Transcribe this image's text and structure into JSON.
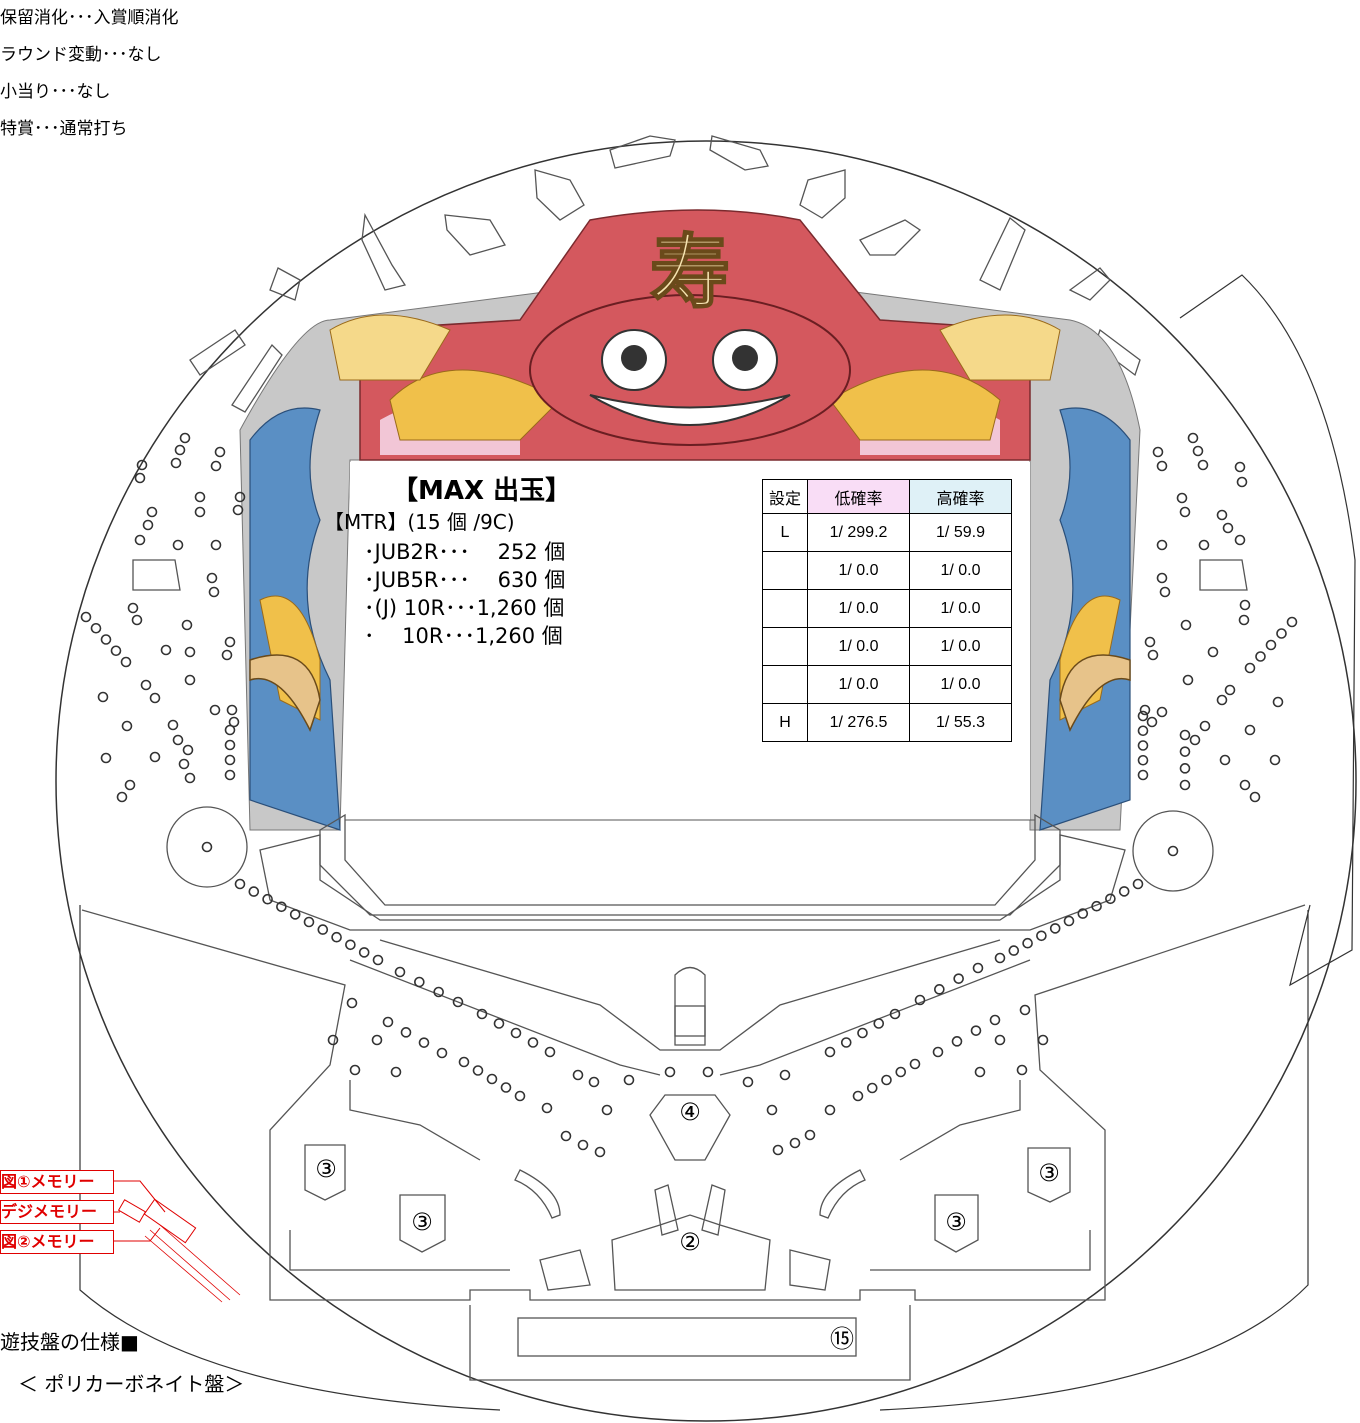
{
  "spec_lines": [
    "保留消化･･･入賞順消化",
    "ラウンド変動･･･なし",
    "小当り･･･なし",
    "特賞･･･通常打ち"
  ],
  "center_ornament_glyph": "寿",
  "max_title": "【MAX 出玉】",
  "mtr_line": "【MTR】(15 個 /9C)",
  "payouts": [
    "･JUB2R･･･　 252 個",
    "･JUB5R･･･　 630 個",
    "･(J) 10R･･･1,260 個",
    "･　 10R･･･1,260 個"
  ],
  "rate_table": {
    "headers": [
      "設定",
      "低確率",
      "高確率"
    ],
    "rows": [
      [
        "L",
        "1/ 299.2",
        "1/  59.9"
      ],
      [
        "",
        "1/ 0.0",
        "1/  0.0"
      ],
      [
        "",
        "1/ 0.0",
        "1/  0.0"
      ],
      [
        "",
        "1/ 0.0",
        "1/  0.0"
      ],
      [
        "",
        "1/ 0.0",
        "1/  0.0"
      ],
      [
        "H",
        "1/ 276.5",
        "1/  55.3"
      ]
    ],
    "colors": {
      "low_header_bg": "#f9ddf6",
      "high_header_bg": "#dff1f7"
    }
  },
  "pocket_labels": {
    "start_lower": "②",
    "side": "③",
    "center": "④",
    "attacker": "⑮"
  },
  "memory_labels": [
    "図①メモリー",
    "デジメモリー",
    "図②メモリー"
  ],
  "board_spec_title": "遊技盤の仕様■",
  "board_material": "＜ ポリカーボネイト盤＞",
  "colors": {
    "memory_red": "#e00000",
    "ornament_red": "#d4585e",
    "ornament_gold": "#f0c04a",
    "ornament_blue": "#5a8fc4"
  }
}
